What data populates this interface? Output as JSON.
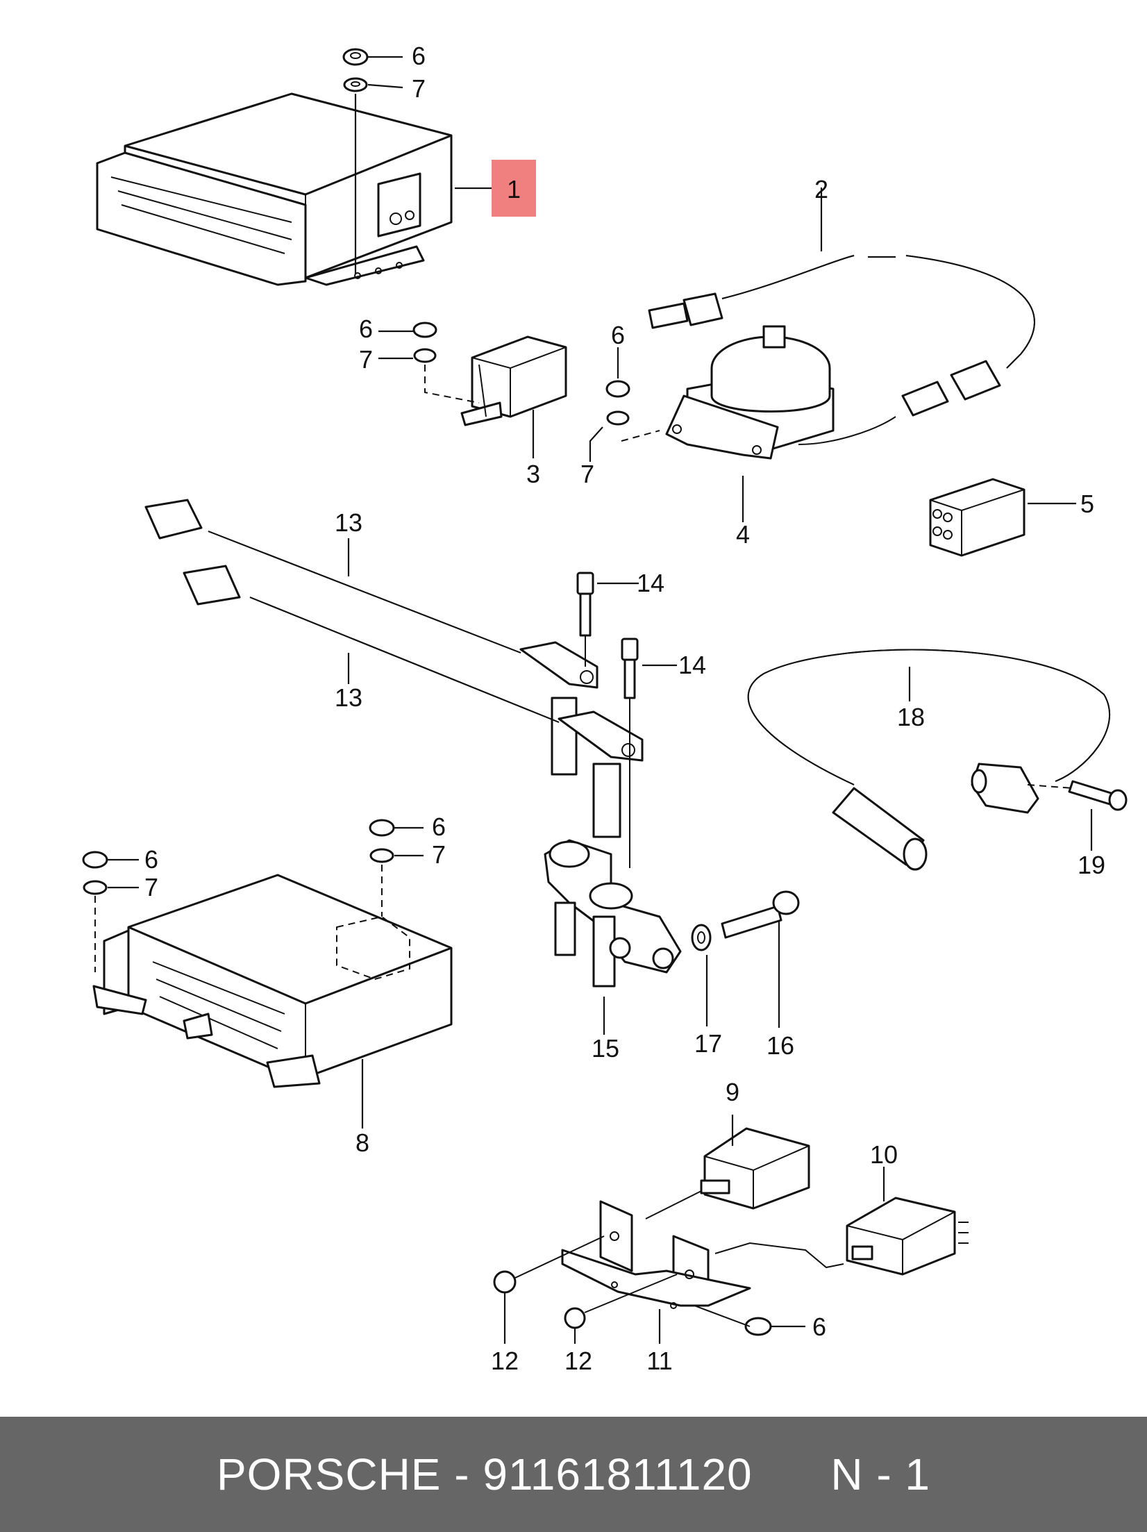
{
  "diagram": {
    "highlight_color": "#f08080",
    "callouts": {
      "c1": "1",
      "c2": "2",
      "c3": "3",
      "c4": "4",
      "c5": "5",
      "c6a": "6",
      "c7a": "7",
      "c6b": "6",
      "c7b": "7",
      "c6c": "6",
      "c7c": "7",
      "c6d": "6",
      "c7d": "7",
      "c6e": "6",
      "c7e": "7",
      "c6f": "6",
      "c8": "8",
      "c9": "9",
      "c10": "10",
      "c11": "11",
      "c12a": "12",
      "c12b": "12",
      "c13a": "13",
      "c13b": "13",
      "c14a": "14",
      "c14b": "14",
      "c15": "15",
      "c16": "16",
      "c17": "17",
      "c18": "18",
      "c19": "19"
    }
  },
  "footer": {
    "brand": "PORSCHE",
    "separator": " - ",
    "part_number": "91161811120",
    "page_ref": "N - 1"
  }
}
